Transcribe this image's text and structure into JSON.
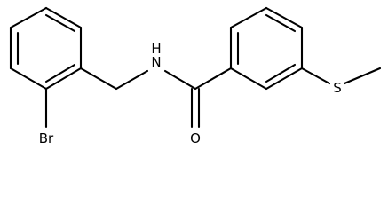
{
  "molecule": {
    "atom_labels": {
      "nitrogen": "N",
      "hydrogen": "H",
      "oxygen": "O",
      "sulfur": "S",
      "bromine": "Br"
    },
    "colors": {
      "bond": "#000000",
      "label": "#000000",
      "background": "#ffffff"
    }
  }
}
